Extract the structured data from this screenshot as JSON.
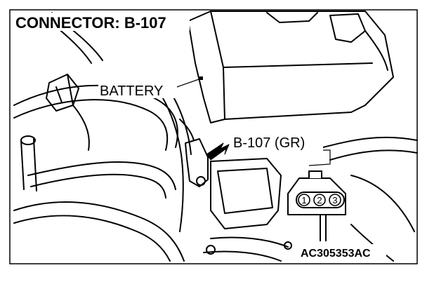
{
  "figure": {
    "header": "CONNECTOR: B-107",
    "labels": {
      "battery": "BATTERY",
      "connector": "B-107 (GR)",
      "figure_id": "AC305353AC"
    },
    "pins": [
      "1",
      "2",
      "3"
    ],
    "line_color": "#000000",
    "background_color": "#ffffff"
  }
}
